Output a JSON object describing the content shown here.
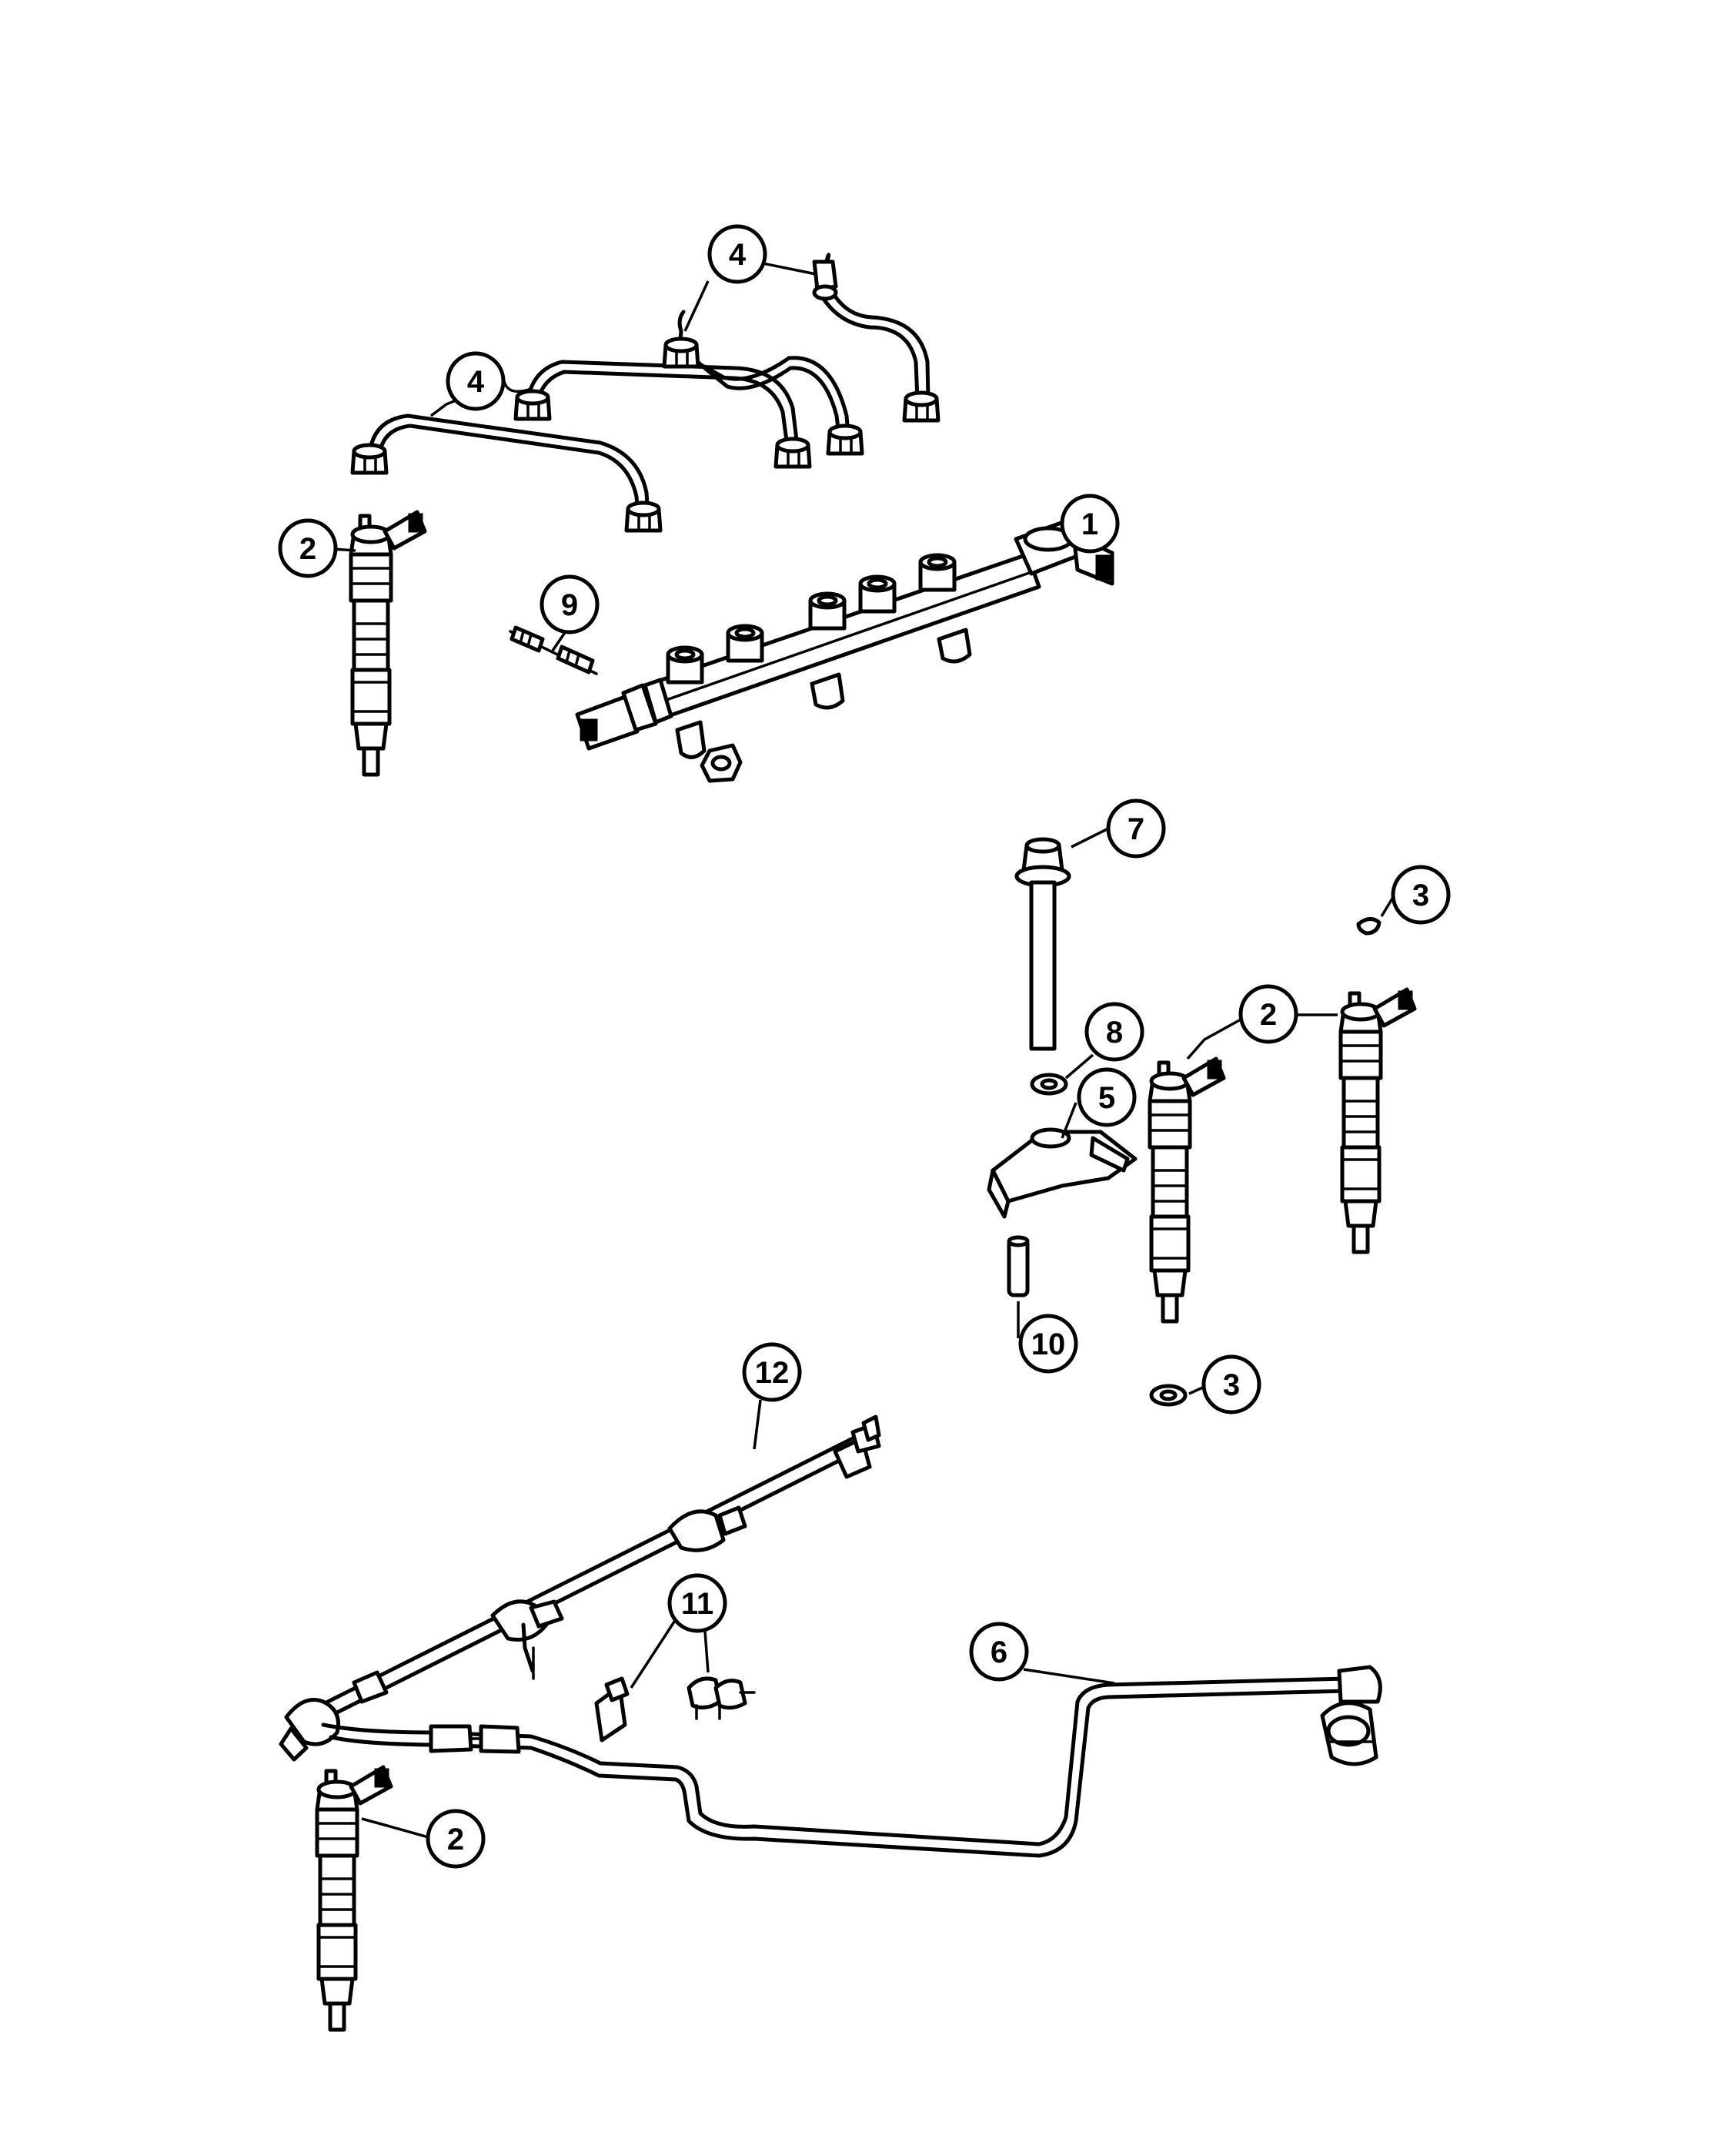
{
  "callouts": [
    {
      "id": "c1",
      "label": "1"
    },
    {
      "id": "c2a",
      "label": "2"
    },
    {
      "id": "c2b",
      "label": "2"
    },
    {
      "id": "c2c",
      "label": "2"
    },
    {
      "id": "c3a",
      "label": "3"
    },
    {
      "id": "c3b",
      "label": "3"
    },
    {
      "id": "c4a",
      "label": "4"
    },
    {
      "id": "c4b",
      "label": "4"
    },
    {
      "id": "c5",
      "label": "5"
    },
    {
      "id": "c6",
      "label": "6"
    },
    {
      "id": "c7",
      "label": "7"
    },
    {
      "id": "c8",
      "label": "8"
    },
    {
      "id": "c9",
      "label": "9"
    },
    {
      "id": "c10",
      "label": "10"
    },
    {
      "id": "c11",
      "label": "11"
    },
    {
      "id": "c12",
      "label": "12"
    }
  ]
}
